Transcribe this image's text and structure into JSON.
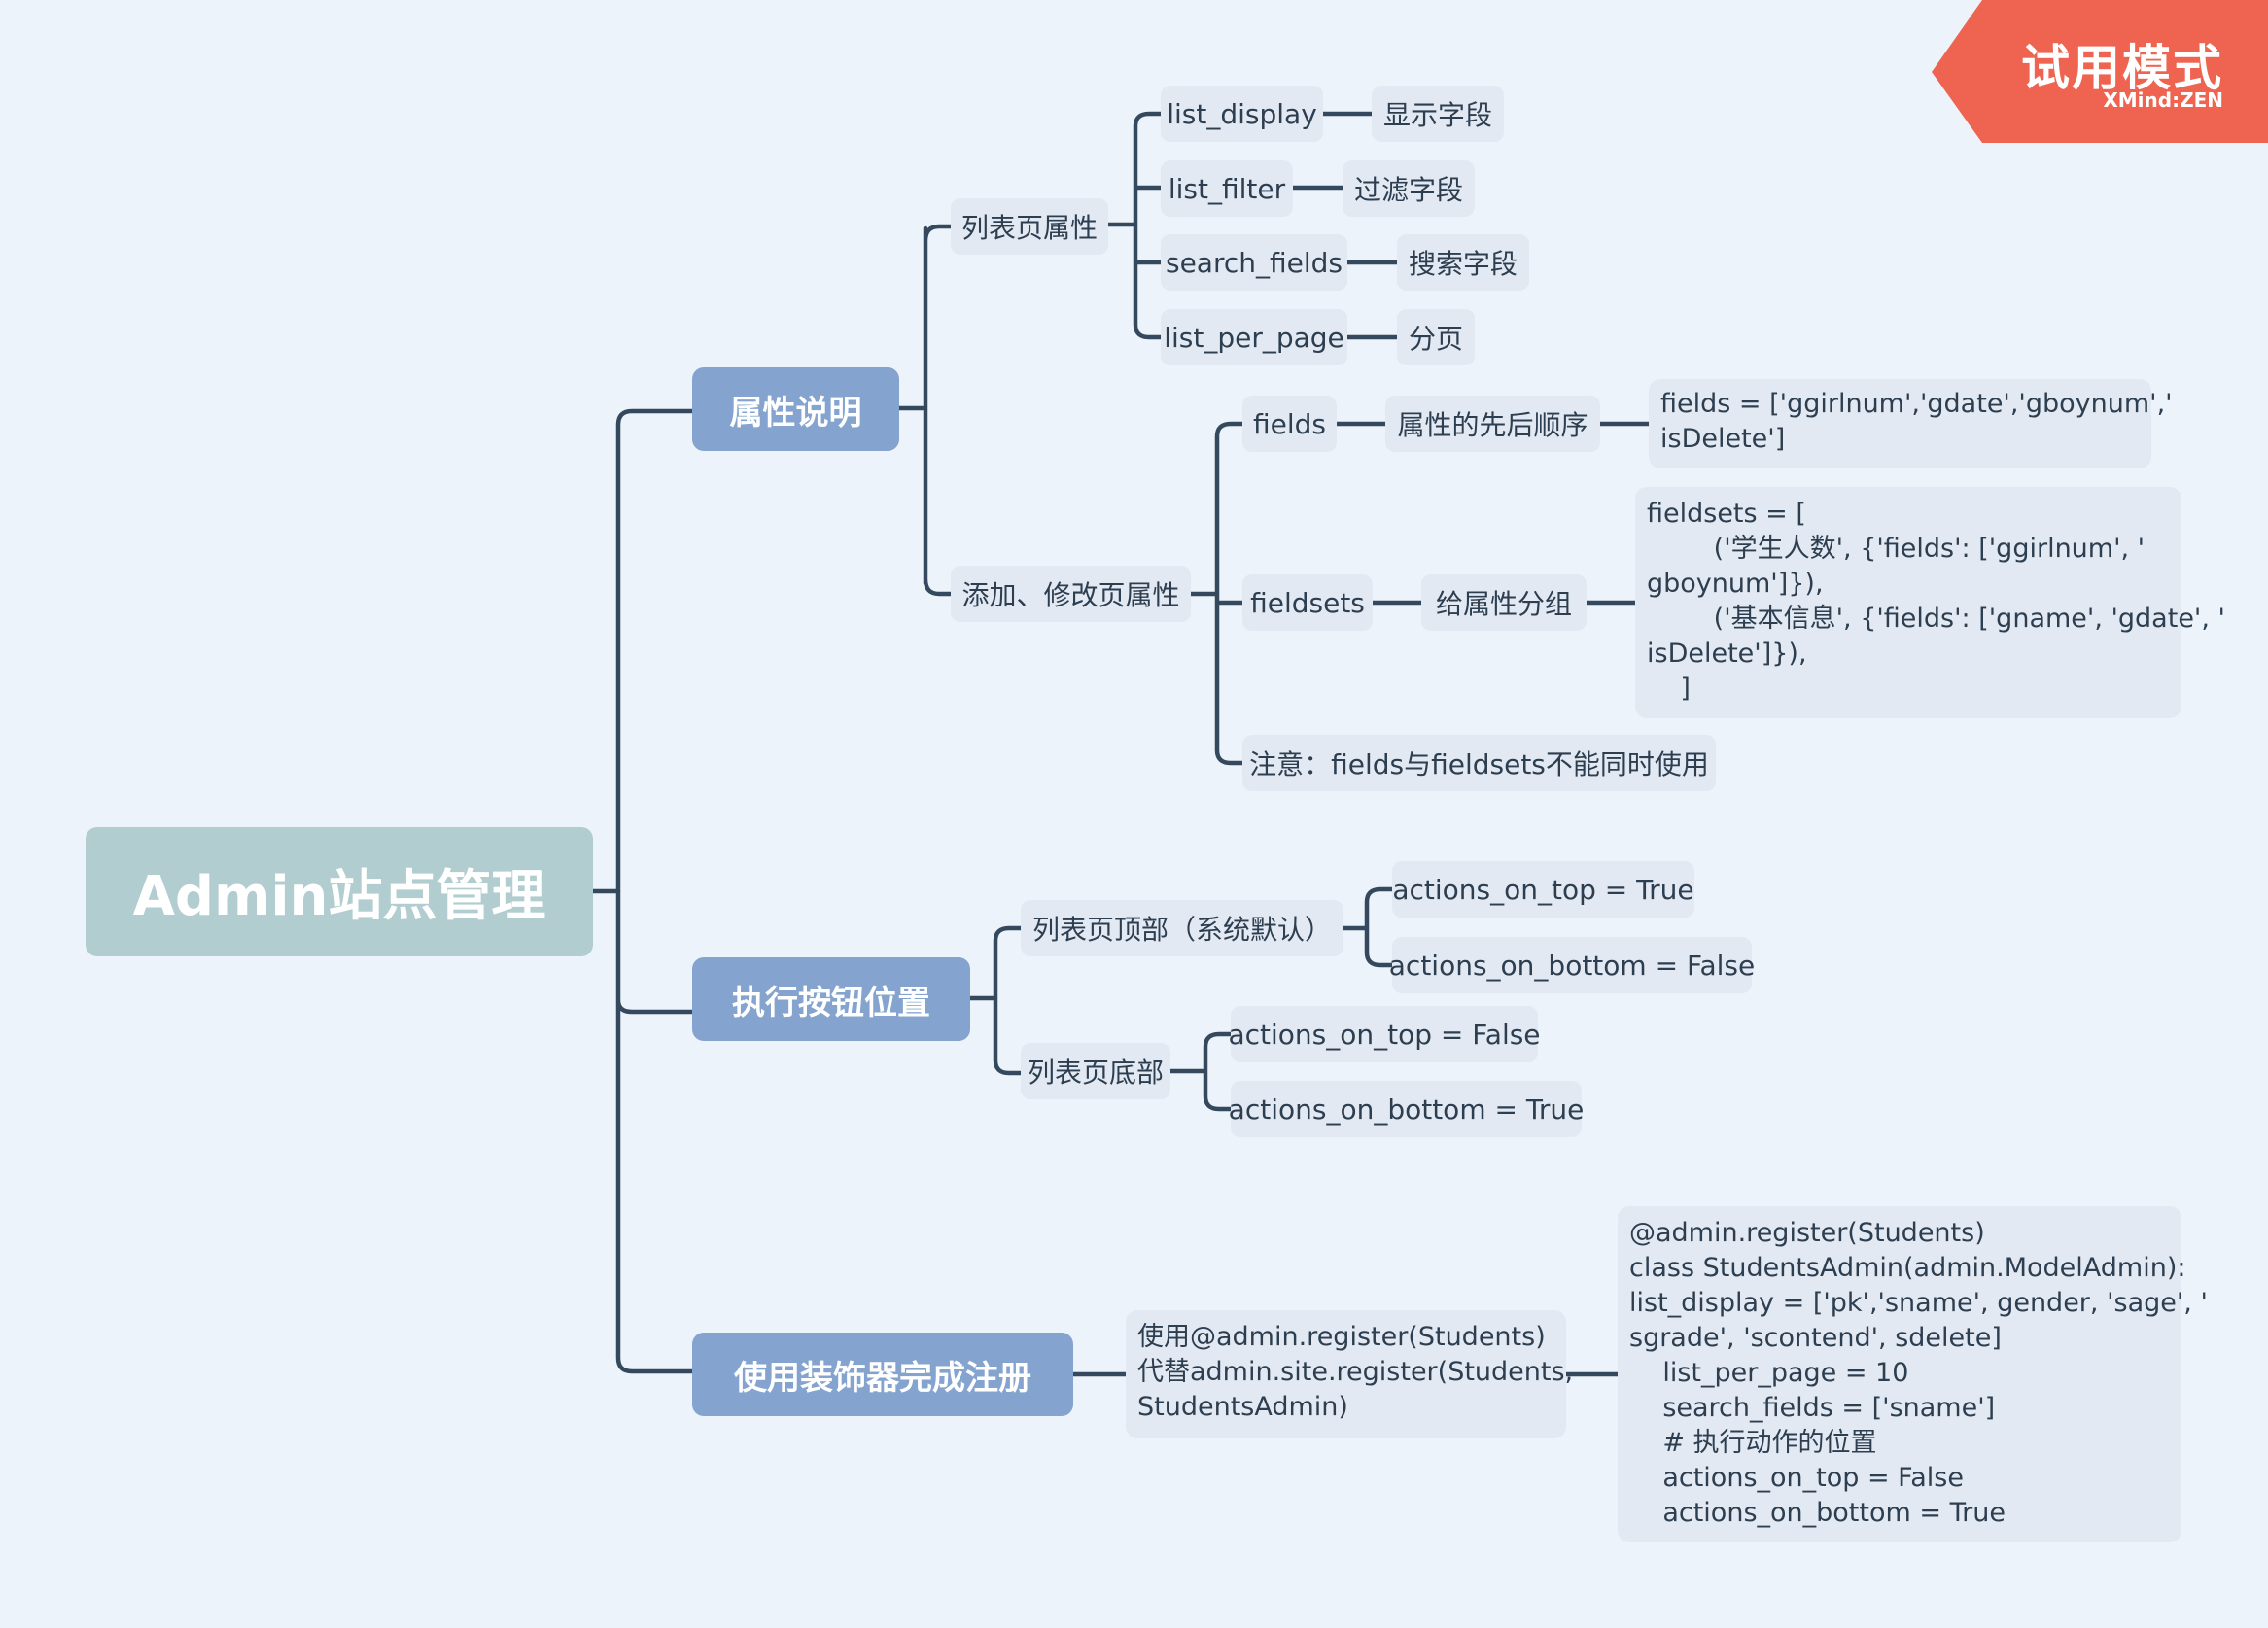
{
  "badge": {
    "title": "试用模式",
    "sub": "XMind:ZEN",
    "color": "#ef6450"
  },
  "root": "Admin站点管理",
  "main_topics": [
    "属性说明",
    "执行按钮位置",
    "使用装饰器完成注册"
  ],
  "list_page": {
    "label": "列表页属性",
    "items": [
      {
        "key": "list_display",
        "desc": "显示字段"
      },
      {
        "key": "list_filter",
        "desc": "过滤字段"
      },
      {
        "key": "search_fields",
        "desc": "搜索字段"
      },
      {
        "key": "list_per_page",
        "desc": "分页"
      }
    ]
  },
  "edit_page": {
    "label": "添加、修改页属性",
    "fields": {
      "key": "fields",
      "desc": "属性的先后顺序",
      "code": "fields = ['ggirlnum','gdate','gboynum','\nisDelete']"
    },
    "fieldsets": {
      "key": "fieldsets",
      "desc": "给属性分组",
      "code": "fieldsets = [\n        ('学生人数', {'fields': ['ggirlnum', '\ngboynum']}),\n        ('基本信息', {'fields': ['gname', 'gdate', '\nisDelete']}),\n    ]"
    },
    "note": "注意：fields与fieldsets不能同时使用"
  },
  "actions": {
    "top": {
      "label": "列表页顶部（系统默认）",
      "items": [
        "actions_on_top = True",
        "actions_on_bottom = False"
      ]
    },
    "bottom": {
      "label": "列表页底部",
      "items": [
        "actions_on_top = False",
        "actions_on_bottom = True"
      ]
    }
  },
  "decorator": {
    "desc": "使用@admin.register(Students)\n代替admin.site.register(Students,\nStudentsAdmin)",
    "code": "@admin.register(Students)\nclass StudentsAdmin(admin.ModelAdmin):\nlist_display = ['pk','sname', gender, 'sage', '\nsgrade', 'scontend', sdelete]\n    list_per_page = 10\n    search_fields = ['sname']\n    # 执行动作的位置\n    actions_on_top = False\n    actions_on_bottom = True"
  }
}
